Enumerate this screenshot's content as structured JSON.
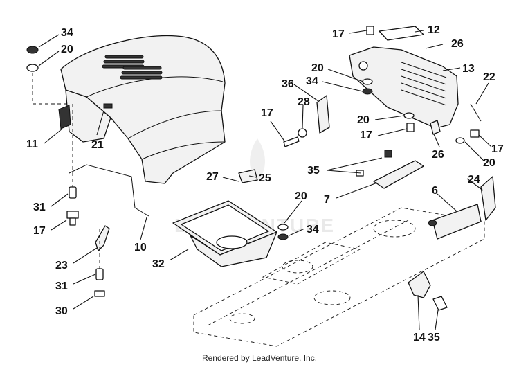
{
  "footer": "Rendered by LeadVenture, Inc.",
  "watermark": "LEADVENTURE",
  "callouts": [
    "34",
    "20",
    "11",
    "21",
    "31",
    "17",
    "10",
    "23",
    "31",
    "30",
    "27",
    "25",
    "32",
    "20",
    "34",
    "35",
    "7",
    "17",
    "12",
    "26",
    "20",
    "34",
    "13",
    "22",
    "36",
    "17",
    "28",
    "20",
    "17",
    "26",
    "17",
    "20",
    "6",
    "24",
    "14",
    "35"
  ]
}
